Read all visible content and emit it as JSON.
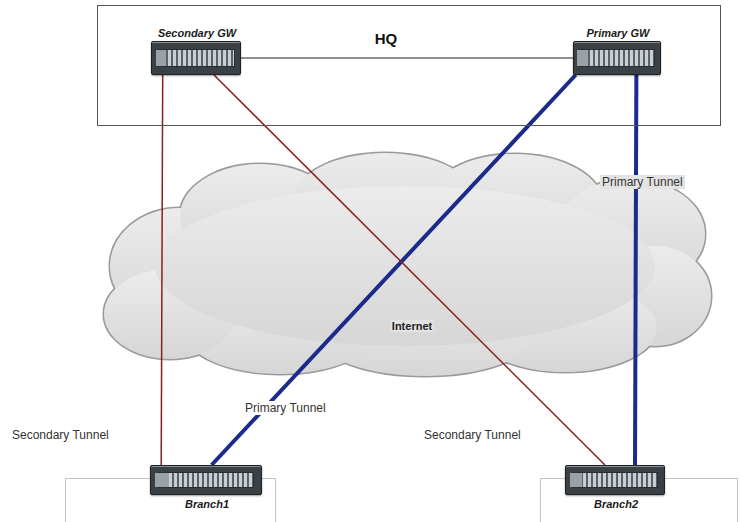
{
  "diagram": {
    "nodes": [
      {
        "text": [
          "HQ"
        ]
      },
      {
        "text": [
          "Secondary GW"
        ],
        "in": 0
      },
      {
        "text": [
          "Primary GW"
        ],
        "in": 0
      },
      {
        "text": [
          "Internet"
        ]
      },
      {
        "text": [
          "Branch1"
        ]
      },
      {
        "text": [
          "Branch2"
        ]
      }
    ],
    "edges": [
      {
        "from": 1,
        "to": 2,
        "arrow": "none"
      },
      {
        "from": 2,
        "to": 5,
        "arrow": "none",
        "label": "Primary Tunnel"
      },
      {
        "from": 2,
        "to": 4,
        "arrow": "none",
        "label": "Primary Tunnel"
      },
      {
        "from": 1,
        "to": 4,
        "arrow": "none",
        "label": "Secondary Tunnel"
      },
      {
        "from": 1,
        "to": 5,
        "arrow": "none",
        "label": "Secondary Tunnel"
      }
    ]
  }
}
